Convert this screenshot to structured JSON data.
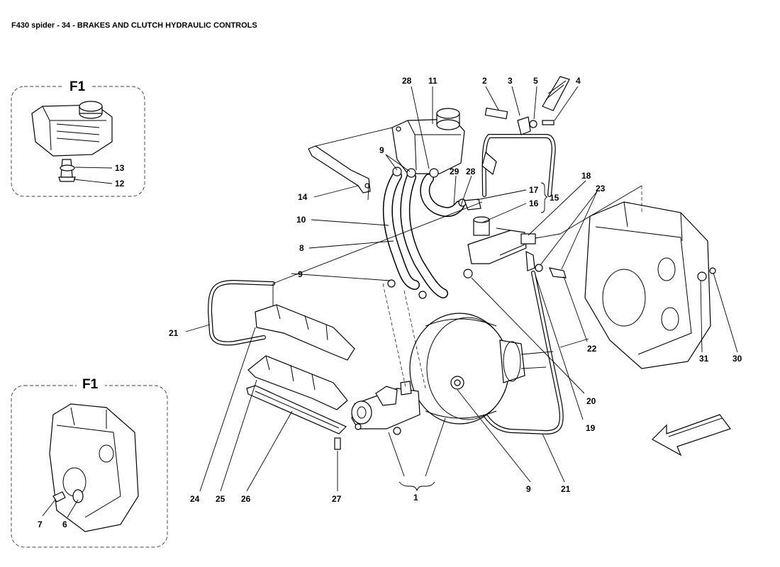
{
  "title": "F430 spider - 34 - BRAKES AND CLUTCH HYDRAULIC CONTROLS",
  "insets": [
    {
      "label": "F1"
    },
    {
      "label": "F1"
    }
  ],
  "callouts": [
    "1",
    "2",
    "3",
    "4",
    "5",
    "6",
    "7",
    "8",
    "9",
    "10",
    "11",
    "12",
    "13",
    "14",
    "15",
    "16",
    "17",
    "18",
    "19",
    "20",
    "21",
    "22",
    "23",
    "24",
    "25",
    "26",
    "27",
    "28",
    "29",
    "30",
    "31"
  ],
  "callout_9_repeat": "9",
  "callout_21_repeat": "21",
  "callout_28_repeat": "28"
}
